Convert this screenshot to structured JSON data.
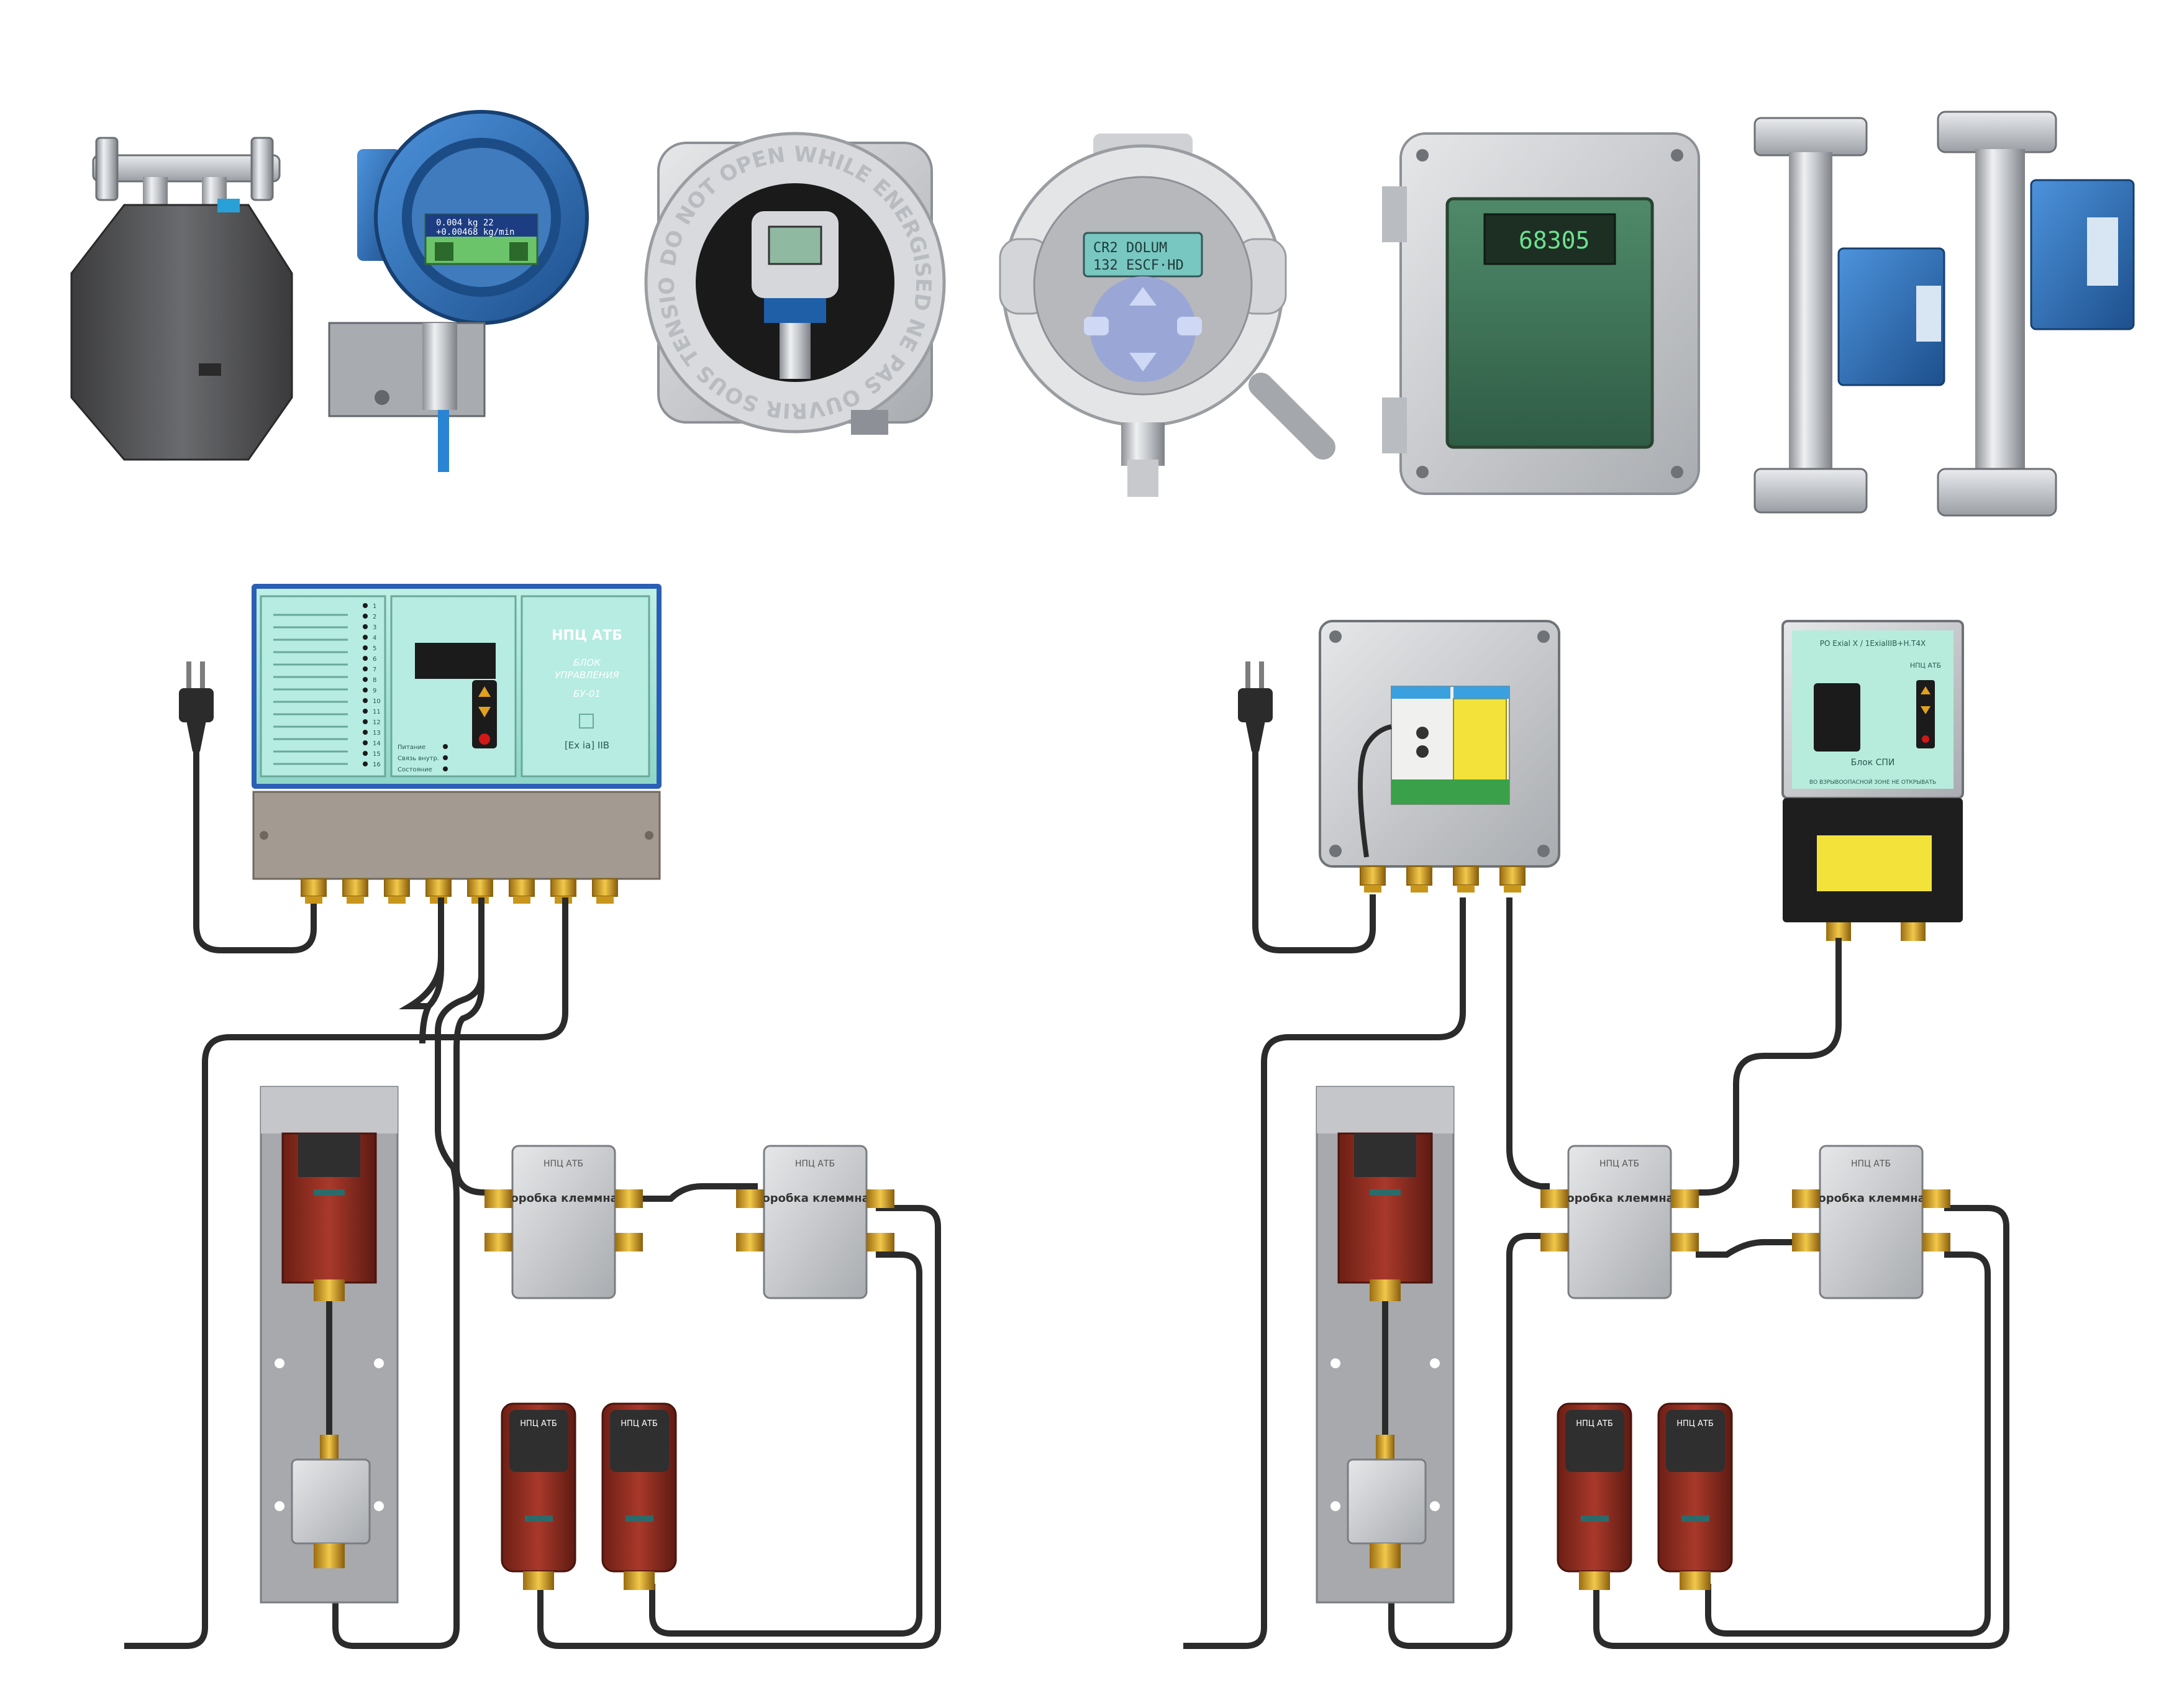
{
  "colors": {
    "cable": "#2b2b2b",
    "brass": "#d4a21f",
    "brass_dark": "#8a6410",
    "enclosure_gray": "#d8d8d8",
    "teal_panel": "#a8e4d8",
    "sensor_red": "#8e2a1e",
    "blue_housing": "#2c6fb8",
    "lcd_green": "#9fd6a6",
    "yellow_panel": "#f4e640"
  },
  "devices": {
    "transmitter_lcd_line1": "0.004  kg   22",
    "transmitter_lcd_line2": "+0.00468 kg/min",
    "exproof_ring_text": "DO NOT OPEN WHILE ENERGISED    NE PAS OUVRIR SOUS TENSION",
    "compact_lcd_line1": "CR2   DOLUM",
    "compact_lcd_line2": "132  ESCF·HD",
    "wall_display_value": "68305"
  },
  "left_system": {
    "control_unit": {
      "brand": "НПЦ АТБ",
      "title_line1": "БЛОК",
      "title_line2": "УПРАВЛЕНИЯ",
      "model": "БУ-01",
      "ex_mark": "[Ex ia] IIB",
      "status_labels": [
        "Питание",
        "Связь внутр.",
        "Состояние"
      ],
      "channel_numbers": [
        "1",
        "2",
        "3",
        "4",
        "5",
        "6",
        "7",
        "8",
        "9",
        "10",
        "11",
        "12",
        "13",
        "14",
        "15",
        "16"
      ]
    },
    "junction_boxes": [
      {
        "brand": "НПЦ АТБ",
        "label": "Коробка клеммная"
      },
      {
        "brand": "НПЦ АТБ",
        "label": "Коробка клеммная"
      }
    ],
    "sensors": [
      {
        "brand": "НПЦ АТБ"
      },
      {
        "brand": "НПЦ АТБ"
      }
    ]
  },
  "right_system": {
    "spi_unit": {
      "header": "PO Exial X / 1ExialIIB+H.T4X",
      "brand": "НПЦ АТБ",
      "title": "Блок СПИ",
      "warning": "ВО ВЗРЫВООПАСНОЙ ЗОНЕ НЕ ОТКРЫВАТЬ"
    },
    "junction_boxes": [
      {
        "brand": "НПЦ АТБ",
        "label": "Коробка клеммная"
      },
      {
        "brand": "НПЦ АТБ",
        "label": "Коробка клеммная"
      }
    ],
    "sensors": [
      {
        "brand": "НПЦ АТБ"
      },
      {
        "brand": "НПЦ АТБ"
      }
    ]
  },
  "icons": [
    "power-plug-icon",
    "cable-gland-icon",
    "screw-icon",
    "arrow-up-icon",
    "arrow-down-icon"
  ]
}
